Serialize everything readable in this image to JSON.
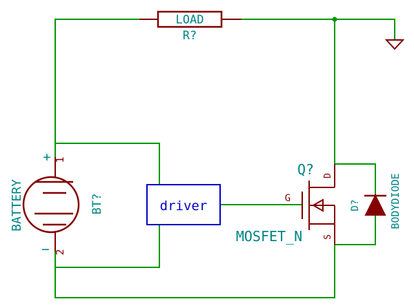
{
  "resistor": {
    "value": "LOAD",
    "ref": "R?"
  },
  "battery": {
    "value": "BATTERY",
    "ref": "BT?",
    "pin1_num": "1",
    "pin2_num": "2",
    "plus": "+",
    "minus": "−"
  },
  "driver": {
    "label": "driver"
  },
  "mosfet": {
    "ref": "Q?",
    "value": "MOSFET_N",
    "gate": "G",
    "drain": "D",
    "source": "S"
  },
  "diode": {
    "ref": "D?",
    "value": "BODYDIODE"
  },
  "colors": {
    "wire": "#009900",
    "body": "#840000",
    "text": "#008484",
    "driver": "#0000c4"
  }
}
